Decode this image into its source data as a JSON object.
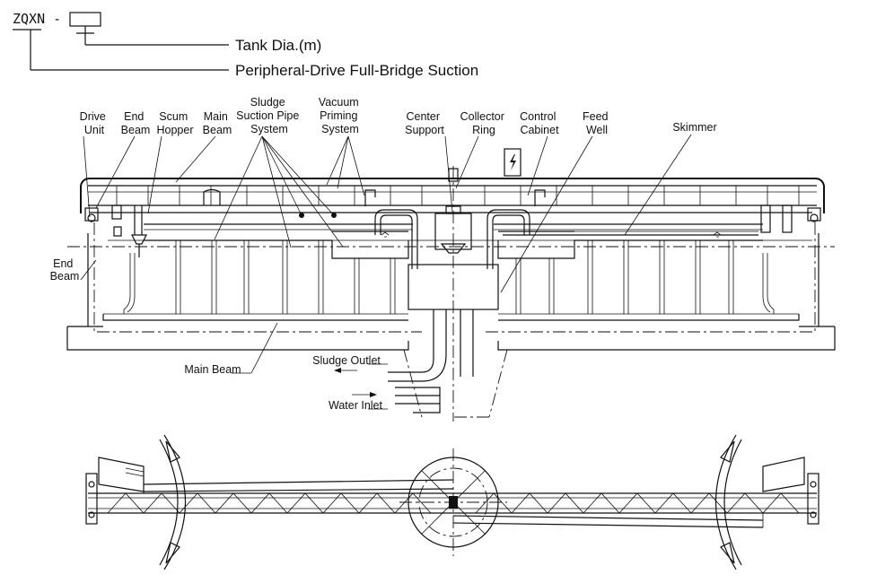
{
  "model_code": {
    "prefix": "ZQXN -",
    "tank_dia": "Tank Dia.(m)",
    "description": "Peripheral-Drive Full-Bridge Suction"
  },
  "labels": {
    "drive_unit": [
      "Drive",
      "Unit"
    ],
    "end_beam_top": [
      "End",
      "Beam"
    ],
    "scum_hopper": [
      "Scum",
      "Hopper"
    ],
    "main_beam_top": [
      "Main",
      "Beam"
    ],
    "sludge_suction": [
      "Sludge",
      "Suction Pipe",
      "System"
    ],
    "vacuum_priming": [
      "Vacuum",
      "Priming",
      "System"
    ],
    "center_support": [
      "Center",
      "Support"
    ],
    "collector_ring": [
      "Collector",
      "Ring"
    ],
    "control_cabinet": [
      "Control",
      "Cabinet"
    ],
    "feed_well": [
      "Feed",
      "Well"
    ],
    "skimmer": "Skimmer",
    "end_beam_left": [
      "End",
      "Beam"
    ],
    "main_beam_bottom": "Main Beam",
    "sludge_outlet": "Sludge Outlet",
    "water_inlet": "Water Inlet"
  },
  "colors": {
    "line": "#111111",
    "background": "#ffffff"
  }
}
